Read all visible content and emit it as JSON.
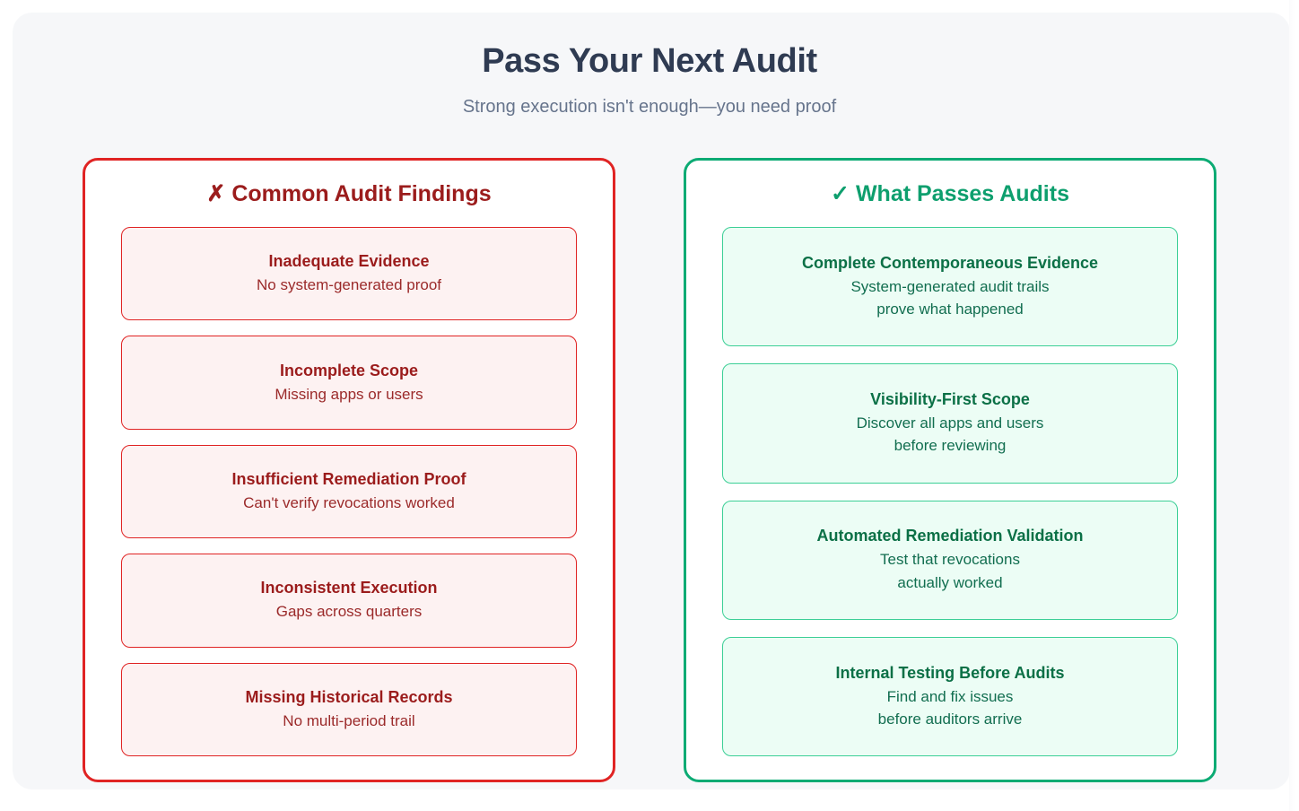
{
  "header": {
    "title": "Pass Your Next Audit",
    "subtitle": "Strong execution isn't enough—you need proof"
  },
  "colors": {
    "page_background": "#ffffff",
    "surface_background": "#f6f7f9",
    "title_text": "#2f3b52",
    "subtitle_text": "#66748c",
    "fail_border": "#e02424",
    "fail_title": "#9b1c1c",
    "fail_card_background": "#fdf2f2",
    "pass_border": "#0cab74",
    "pass_title": "#0e9f6e",
    "pass_card_heading": "#0b7046",
    "pass_card_background": "#ecfdf5"
  },
  "left_panel": {
    "mark": "✗",
    "mark_name": "cross-mark-icon",
    "title": "Common Audit Findings",
    "cards": [
      {
        "title": "Inadequate Evidence",
        "desc": "No system-generated proof"
      },
      {
        "title": "Incomplete Scope",
        "desc": "Missing apps or users"
      },
      {
        "title": "Insufficient Remediation Proof",
        "desc": "Can't verify revocations worked"
      },
      {
        "title": "Inconsistent Execution",
        "desc": "Gaps across quarters"
      },
      {
        "title": "Missing Historical Records",
        "desc": "No multi-period trail"
      }
    ]
  },
  "right_panel": {
    "mark": "✓",
    "mark_name": "check-mark-icon",
    "title": "What Passes Audits",
    "cards": [
      {
        "title": "Complete Contemporaneous Evidence",
        "desc": "System-generated audit trails\nprove what happened"
      },
      {
        "title": "Visibility-First Scope",
        "desc": "Discover all apps and users\nbefore reviewing"
      },
      {
        "title": "Automated Remediation Validation",
        "desc": "Test that revocations\nactually worked"
      },
      {
        "title": "Internal Testing Before Audits",
        "desc": "Find and fix issues\nbefore auditors arrive"
      }
    ]
  }
}
